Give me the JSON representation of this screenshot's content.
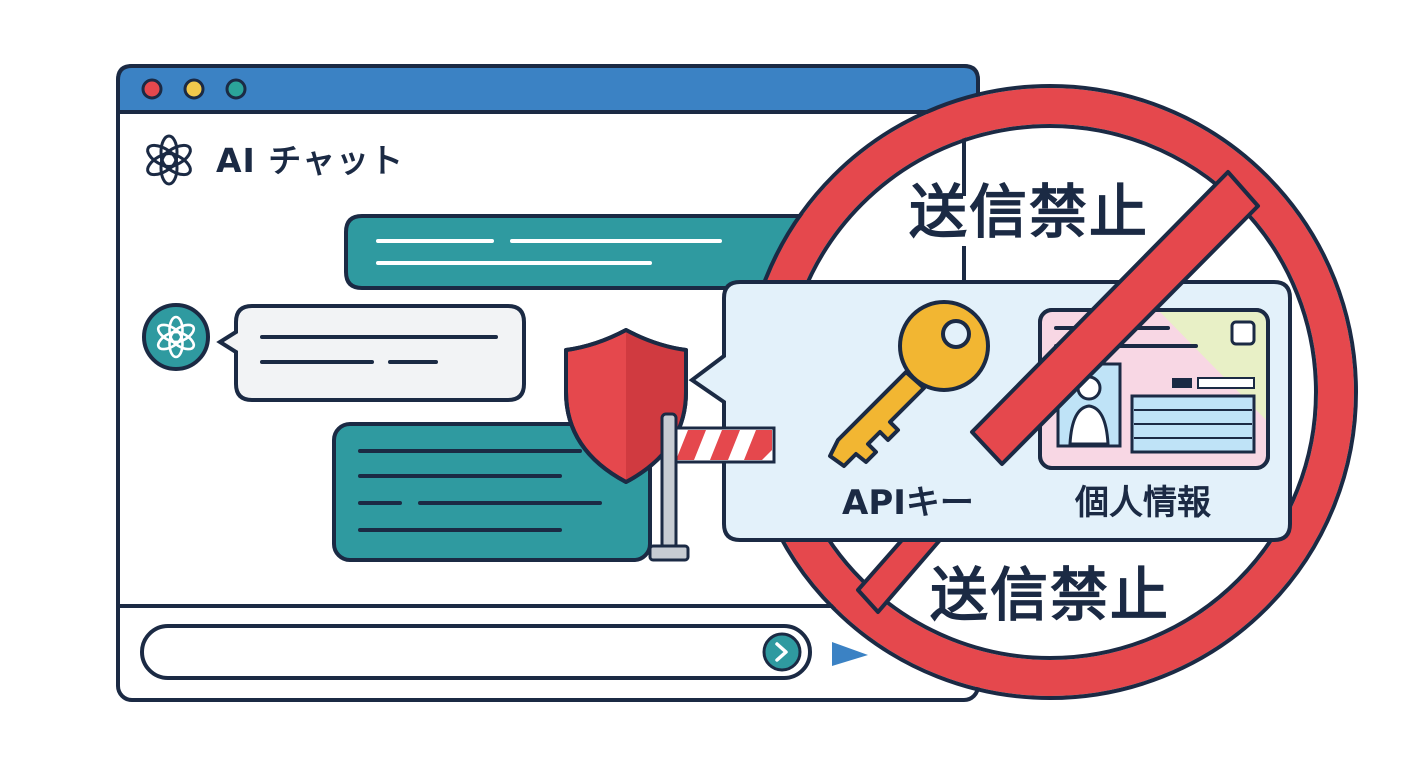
{
  "window": {
    "buttons": [
      {
        "name": "close",
        "color": "#e5484d"
      },
      {
        "name": "minimize",
        "color": "#f2c94c"
      },
      {
        "name": "maximize",
        "color": "#2ba49a"
      }
    ],
    "titlebar_color": "#3b82c4",
    "app_icon": "ai-knot-logo-icon",
    "app_title": "AI チャット"
  },
  "chat": {
    "messages": [
      {
        "role": "user",
        "color": "#2f9aa0",
        "lines": 2
      },
      {
        "role": "assistant",
        "color": "#f2f3f5",
        "lines": 2
      },
      {
        "role": "user",
        "color": "#2f9aa0",
        "lines": 4
      }
    ],
    "send_icon": "chevron-right-icon"
  },
  "guard": {
    "shield_icon": "shield-icon",
    "shield_color": "#e5484d",
    "barrier_icon": "barrier-gate-icon"
  },
  "warning": {
    "text": "送信禁止",
    "prohibition_color": "#e5484d",
    "items": [
      {
        "icon": "key-icon",
        "label": "APIキー"
      },
      {
        "icon": "id-card-icon",
        "label": "個人情報"
      }
    ]
  }
}
